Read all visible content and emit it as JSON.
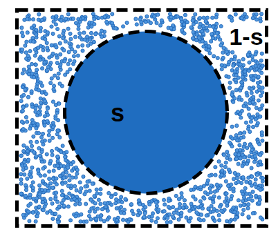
{
  "diagram": {
    "nodes": [
      {
        "text": [
          "1-s"
        ]
      },
      {
        "text": [
          "s"
        ],
        "in": 0
      }
    ]
  }
}
